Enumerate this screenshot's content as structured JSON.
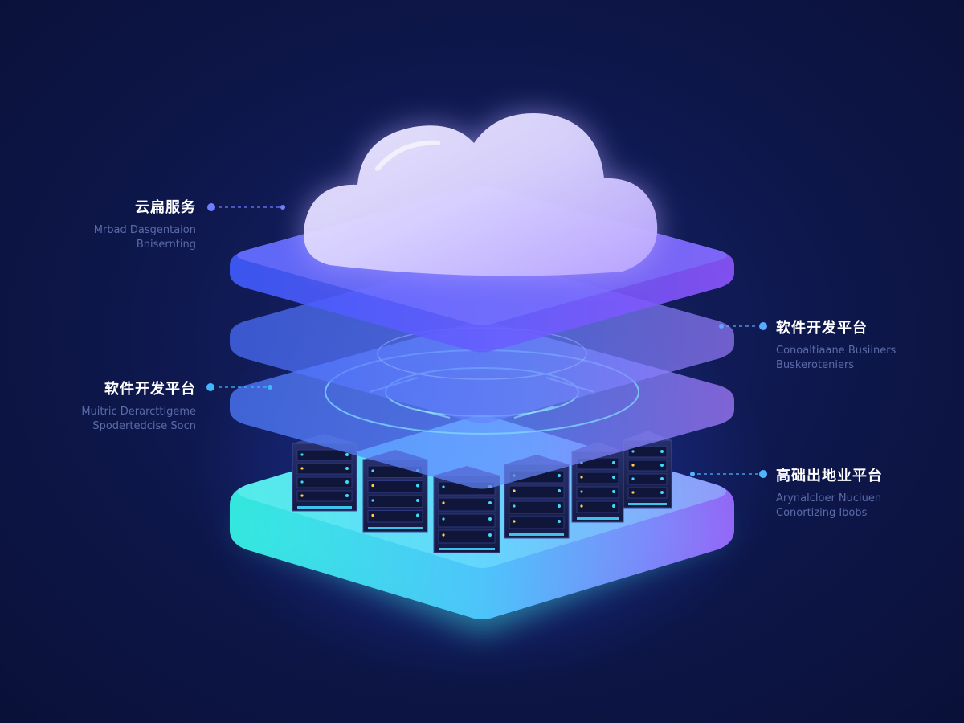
{
  "labels": {
    "cloud": {
      "title": "云扁服务",
      "sub_lines": [
        "Mrbad Dasgentaion",
        "Bnisernting"
      ],
      "accent": "#6f7dff"
    },
    "software_right": {
      "title": "软件开发平台",
      "sub_lines": [
        "Conoaltiaane Busiiners",
        "Buskeroteniers"
      ],
      "accent": "#5aa8ff"
    },
    "software_left": {
      "title": "软件开发平台",
      "sub_lines": [
        "Muitric Derarcttigeme",
        "Spodertedcise Socn"
      ],
      "accent": "#3fb8ff"
    },
    "infrastructure": {
      "title": "高础出地业平台",
      "sub_lines": [
        "Arynalcloer Nuciuen",
        "Conortizing Ibobs"
      ],
      "accent": "#4db6ff"
    }
  },
  "colors": {
    "background": "#0c1440",
    "layer_top": "#5a5cff",
    "layer_mid": "#4d78ff",
    "layer_low": "#5c8cff",
    "base_glow": "#3ff0e6",
    "cloud": "#e6e2ff",
    "server_body": "#1a2250",
    "server_led": "#3fd8ff"
  },
  "icons": {
    "cloud": "cloud-icon",
    "server": "server-rack-icon"
  }
}
